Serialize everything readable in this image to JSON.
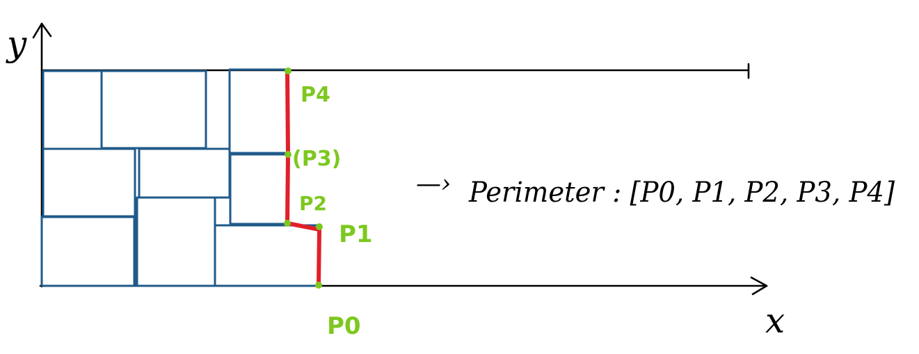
{
  "axes": {
    "x_label": "x",
    "y_label": "y"
  },
  "points": [
    {
      "id": "p0",
      "label": "P0"
    },
    {
      "id": "p1",
      "label": "P1"
    },
    {
      "id": "p2",
      "label": "P2"
    },
    {
      "id": "p3",
      "label": "(P3)"
    },
    {
      "id": "p4",
      "label": "P4"
    }
  ],
  "arrow_glyph": "—›",
  "perimeter_text": "Perimeter : [P0, P1, P2, P3, P4]",
  "colors": {
    "rectangles": "#1f5a8a",
    "perimeter": "#e0202a",
    "points": "#7dc820",
    "axes": "#000000"
  }
}
